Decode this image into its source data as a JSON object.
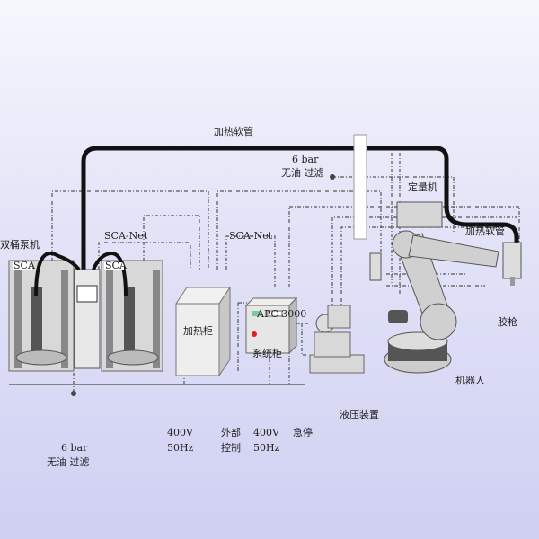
{
  "labels": {
    "hose_top": "加热软管",
    "air_top_pressure": "6 bar",
    "air_top_filter": "无油 过滤",
    "doser": "定量机",
    "hose_right": "加热软管",
    "gun": "胶枪",
    "robot": "机器人",
    "hydraulic": "液压装置",
    "scanet_left": "SCA-Net",
    "scanet_right": "SCA-Net",
    "pump": "双桶泵机",
    "apc": "APC 3000",
    "heating_cabinet": "加热柜",
    "system_cabinet": "系统柜",
    "air_bottom_pressure": "6 bar",
    "air_bottom_filter": "无油 过滤",
    "power1_v": "400V",
    "power1_hz": "50Hz",
    "ext_ctrl_1": "外部",
    "ext_ctrl_2": "控制",
    "power2_v": "400V",
    "power2_hz": "50Hz",
    "estop": "急停",
    "pump_logo": "SCA"
  }
}
